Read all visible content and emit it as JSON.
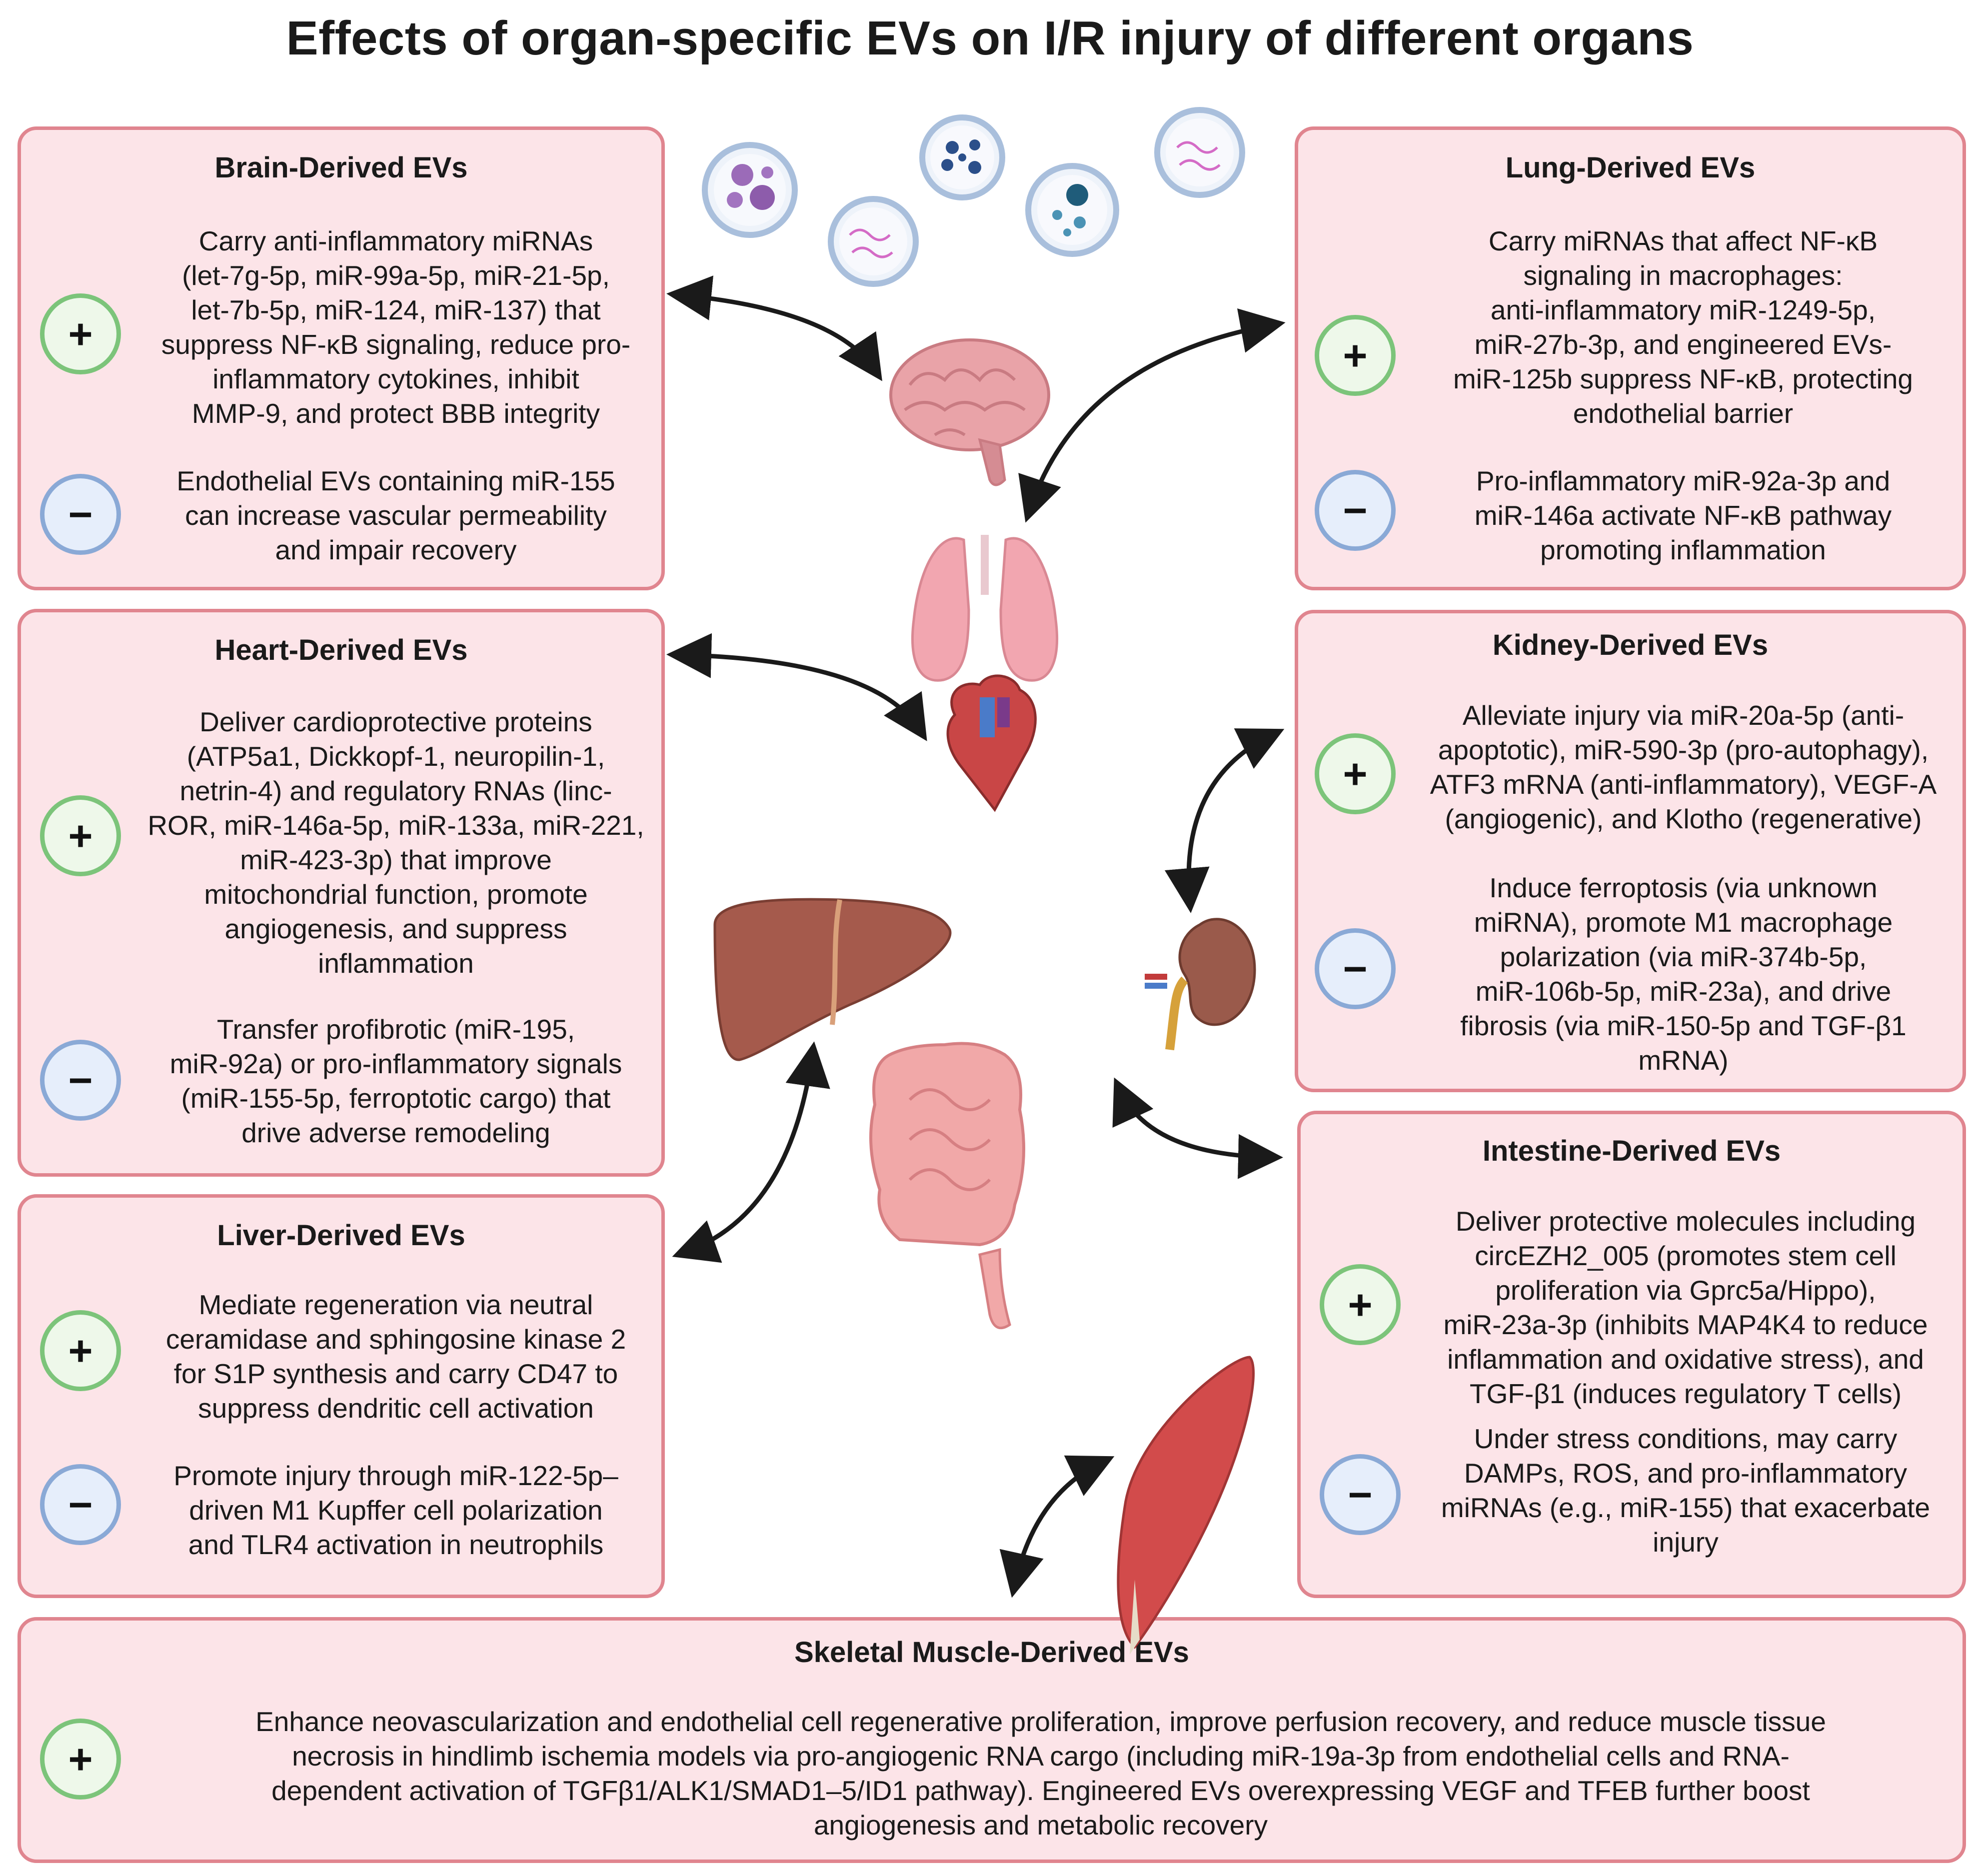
{
  "title": "Effects of organ-specific EVs on I/R injury of different organs",
  "panels": {
    "brain": {
      "title": "Brain-Derived EVs",
      "positive": "Carry anti-inflammatory miRNAs\n(let-7g-5p, miR-99a-5p, miR-21-5p,\nlet-7b-5p, miR-124, miR-137) that\nsuppress NF-κB signaling, reduce pro-\ninflammatory cytokines, inhibit\nMMP-9, and protect BBB integrity",
      "negative": "Endothelial EVs containing miR-155\ncan increase vascular permeability\nand impair recovery"
    },
    "lung": {
      "title": "Lung-Derived EVs",
      "positive": "Carry miRNAs that affect NF-κB\nsignaling in macrophages:\nanti-inflammatory miR-1249-5p,\nmiR-27b-3p, and engineered EVs-\nmiR-125b suppress NF-κB, protecting\nendothelial barrier",
      "negative": "Pro-inflammatory miR-92a-3p and\nmiR-146a activate NF-κB pathway\npromoting inflammation"
    },
    "heart": {
      "title": "Heart-Derived EVs",
      "positive": "Deliver cardioprotective proteins\n(ATP5a1, Dickkopf-1, neuropilin-1,\nnetrin-4) and regulatory RNAs (linc-\nROR, miR-146a-5p, miR-133a, miR-221,\nmiR-423-3p) that improve\nmitochondrial function, promote\nangiogenesis, and suppress\ninflammation",
      "negative": "Transfer profibrotic (miR-195,\nmiR-92a) or pro-inflammatory signals\n(miR-155-5p, ferroptotic cargo) that\ndrive adverse remodeling"
    },
    "kidney": {
      "title": "Kidney-Derived EVs",
      "positive": "Alleviate injury via miR-20a-5p (anti-\napoptotic), miR-590-3p (pro-autophagy),\nATF3 mRNA (anti-inflammatory), VEGF-A\n(angiogenic), and Klotho (regenerative)",
      "negative": "Induce ferroptosis (via unknown\nmiRNA), promote M1 macrophage\npolarization (via miR-374b-5p,\nmiR-106b-5p, miR-23a), and drive\nfibrosis (via miR-150-5p and TGF-β1\nmRNA)"
    },
    "liver": {
      "title": "Liver-Derived EVs",
      "positive": "Mediate regeneration via neutral\nceramidase and sphingosine kinase 2\nfor S1P synthesis and carry CD47 to\nsuppress dendritic cell activation",
      "negative": "Promote injury through miR-122-5p–\ndriven M1 Kupffer cell polarization\nand TLR4 activation in neutrophils"
    },
    "intestine": {
      "title": "Intestine-Derived EVs",
      "positive": "Deliver protective molecules including\ncircEZH2_005 (promotes stem cell\nproliferation via Gprc5a/Hippo),\nmiR-23a-3p (inhibits MAP4K4 to reduce\ninflammation and oxidative stress), and\nTGF-β1 (induces regulatory T cells)",
      "negative": "Under stress conditions, may carry\nDAMPs, ROS, and pro-inflammatory\nmiRNAs (e.g., miR-155) that exacerbate\ninjury"
    },
    "muscle": {
      "title": "Skeletal Muscle-Derived EVs",
      "positive": "Enhance neovascularization and endothelial cell regenerative proliferation, improve perfusion recovery, and reduce muscle tissue\nnecrosis in hindlimb ischemia models via pro-angiogenic RNA cargo (including miR-19a-3p from endothelial cells and RNA-\ndependent activation of TGFβ1/ALK1/SMAD1–5/ID1 pathway). Engineered EVs overexpressing VEGF and TFEB further boost\nangiogenesis and metabolic recovery"
    }
  },
  "signs": {
    "plus": "+",
    "minus": "−"
  },
  "colors": {
    "panel_fill": "#fce4e8",
    "panel_border": "#e0858f",
    "plus_ring": "#7cc47a",
    "minus_ring": "#8aa9d6"
  },
  "icons": [
    "brain-icon",
    "lungs-icon",
    "heart-icon",
    "liver-icon",
    "kidney-icon",
    "intestine-icon",
    "muscle-icon",
    "ev-vesicle-icon"
  ]
}
